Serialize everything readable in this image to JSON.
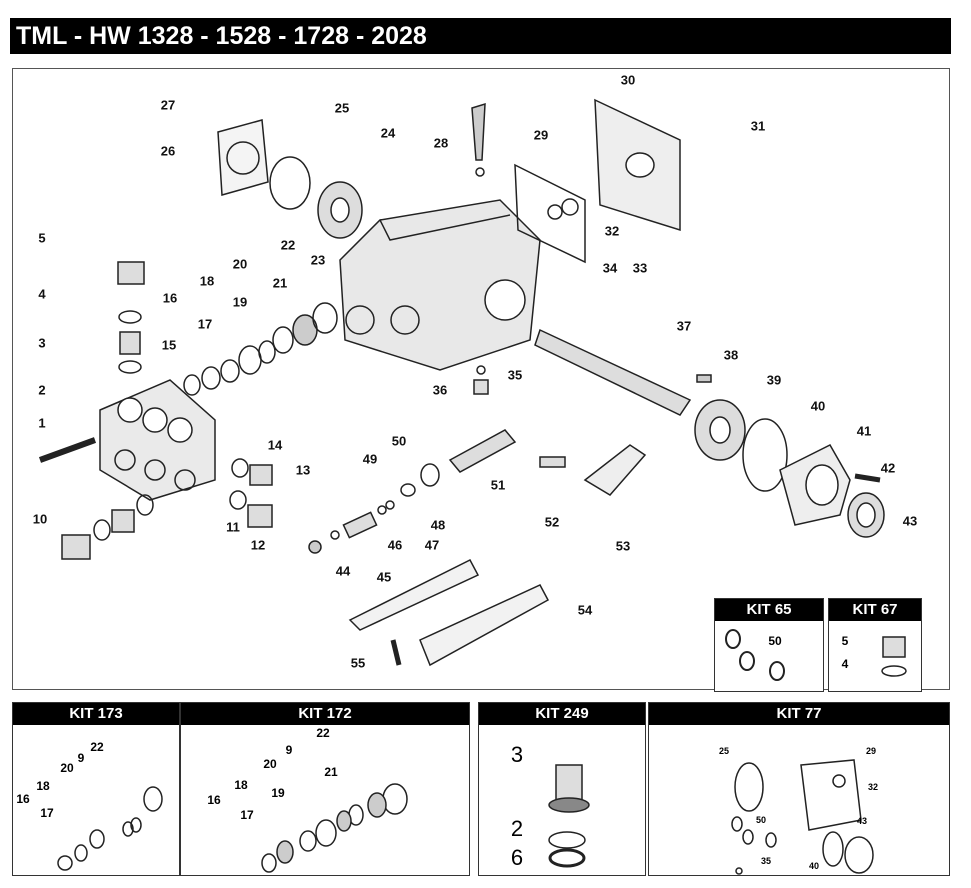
{
  "title": "TML - HW 1328 - 1528 - 1728 - 2028",
  "callouts": [
    "27",
    "25",
    "24",
    "26",
    "28",
    "29",
    "30",
    "31",
    "32",
    "34",
    "33",
    "5",
    "4",
    "3",
    "2",
    "1",
    "16",
    "18",
    "20",
    "22",
    "17",
    "19",
    "21",
    "23",
    "15",
    "37",
    "38",
    "39",
    "40",
    "41",
    "42",
    "43",
    "35",
    "36",
    "14",
    "13",
    "11",
    "12",
    "10",
    "50",
    "49",
    "51",
    "48",
    "47",
    "46",
    "45",
    "44",
    "52",
    "53",
    "54",
    "55"
  ],
  "kit65": {
    "label": "KIT 65",
    "parts": [
      "50"
    ]
  },
  "kit67": {
    "label": "KIT 67",
    "parts": [
      "5",
      "4"
    ]
  },
  "kit173": {
    "label": "KIT 173",
    "parts": [
      "22",
      "9",
      "20",
      "18",
      "16",
      "17"
    ]
  },
  "kit172": {
    "label": "KIT 172",
    "parts": [
      "22",
      "9",
      "20",
      "21",
      "18",
      "19",
      "16",
      "17"
    ]
  },
  "kit249": {
    "label": "KIT 249",
    "parts": [
      "3",
      "2",
      "6"
    ]
  },
  "kit77": {
    "label": "KIT 77",
    "parts": [
      "25",
      "29",
      "32",
      "50",
      "43",
      "35",
      "40"
    ]
  }
}
